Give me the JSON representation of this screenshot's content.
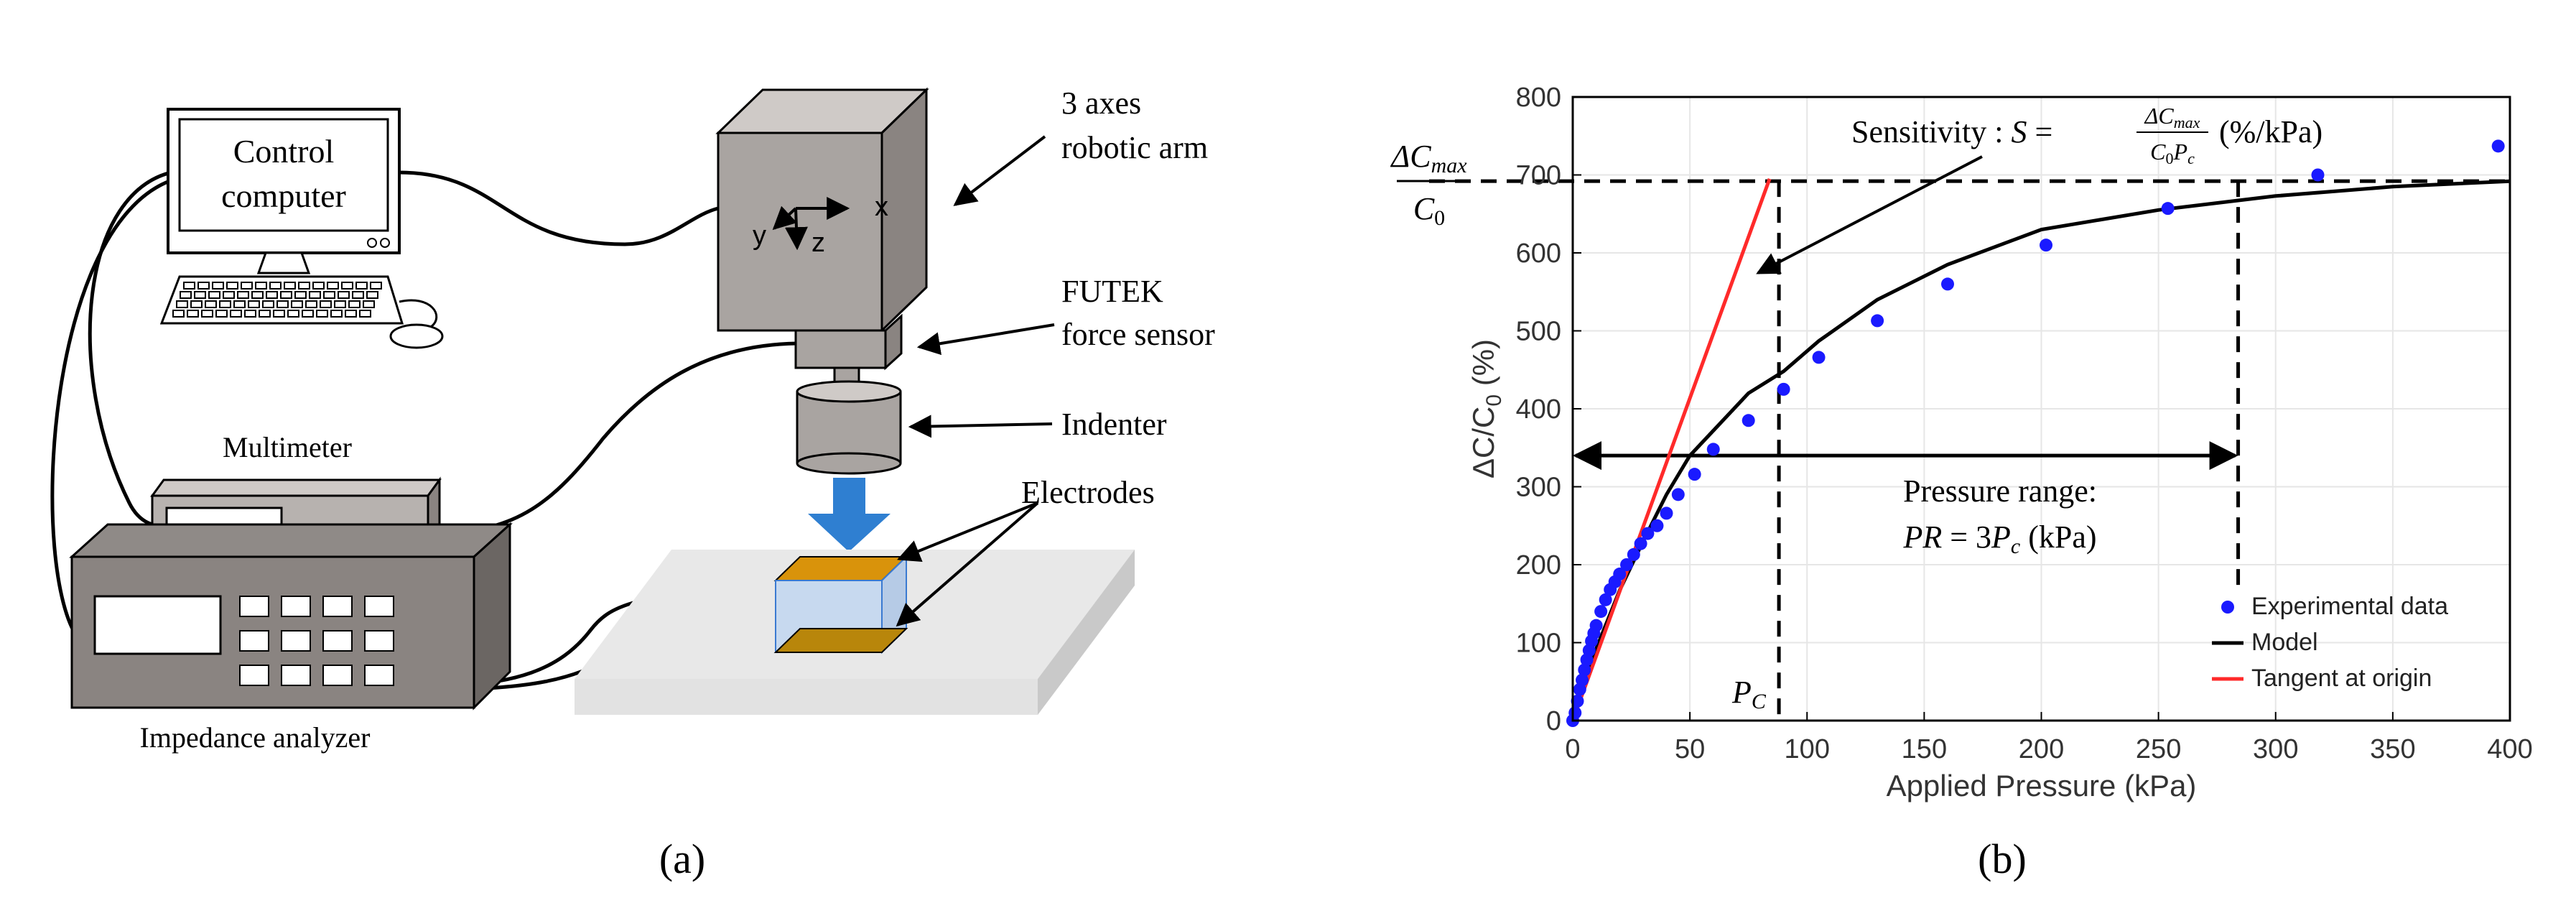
{
  "panel_a": {
    "caption": "(a)",
    "control_computer": [
      "Control",
      "computer"
    ],
    "robot_arm": [
      "3 axes",
      "robotic arm"
    ],
    "axes": {
      "x": "x",
      "y": "y",
      "z": "z"
    },
    "force_sensor": [
      "FUTEK",
      "force sensor"
    ],
    "indenter": "Indenter",
    "multimeter": "Multimeter",
    "electrodes": "Electrodes",
    "impedance_analyzer": "Impedance analyzer",
    "colors": {
      "box": "#a9a4a1",
      "box_top": "#cfcac7",
      "box_side": "#8a8481",
      "arrow": "#2f7fd1",
      "electrode": "#d9930b",
      "sample": "#c7d9ef",
      "platform": "#e8e8e8"
    }
  },
  "panel_b": {
    "caption": "(b)",
    "annotations": {
      "sensitivity_prefix": "Sensitivity : ",
      "sensitivity_S": "S",
      "sensitivity_eq": "=",
      "sensitivity_frac_num": "ΔC",
      "sensitivity_frac_num_sub": "max",
      "sensitivity_frac_den": "C",
      "sensitivity_frac_den_sub0": "0",
      "sensitivity_frac_den_P": "P",
      "sensitivity_frac_den_sub_c": "c",
      "sensitivity_unit": "(%/kPa)",
      "cmax_num": "ΔC",
      "cmax_num_sub": "max",
      "cmax_den": "C",
      "cmax_den_sub": "0",
      "pressure_range_line1": "Pressure range:",
      "pressure_range_PR": "PR",
      "pressure_range_eq": "= 3",
      "pressure_range_P": "P",
      "pressure_range_sub": "c",
      "pressure_range_unit": "(kPa)",
      "pc_label": "P",
      "pc_sub": "C"
    }
  },
  "chart_data": {
    "type": "scatter",
    "title": "",
    "xlabel": "Applied Pressure (kPa)",
    "ylabel": "ΔC/C",
    "ylabel_sub": "0",
    "ylabel_unit": "(%)",
    "xlim": [
      0,
      400
    ],
    "ylim": [
      0,
      800
    ],
    "xticks": [
      0,
      50,
      100,
      150,
      200,
      250,
      300,
      350,
      400
    ],
    "yticks": [
      0,
      100,
      200,
      300,
      400,
      500,
      600,
      700,
      800
    ],
    "grid": true,
    "legend_position": "bottom-right",
    "series": [
      {
        "name": "Experimental data",
        "kind": "scatter",
        "color": "#1a1aff",
        "points": [
          [
            0,
            0
          ],
          [
            1,
            10
          ],
          [
            2,
            25
          ],
          [
            3,
            40
          ],
          [
            4,
            52
          ],
          [
            5,
            65
          ],
          [
            6,
            78
          ],
          [
            7,
            90
          ],
          [
            8,
            102
          ],
          [
            9,
            112
          ],
          [
            10,
            122
          ],
          [
            12,
            140
          ],
          [
            14,
            155
          ],
          [
            16,
            168
          ],
          [
            18,
            178
          ],
          [
            20,
            188
          ],
          [
            23,
            200
          ],
          [
            26,
            213
          ],
          [
            29,
            227
          ],
          [
            32,
            240
          ],
          [
            36,
            250
          ],
          [
            40,
            266
          ],
          [
            45,
            290
          ],
          [
            52,
            316
          ],
          [
            60,
            348
          ],
          [
            75,
            385
          ],
          [
            90,
            425
          ],
          [
            105,
            466
          ],
          [
            130,
            513
          ],
          [
            160,
            560
          ],
          [
            202,
            610
          ],
          [
            254,
            657
          ],
          [
            318,
            700
          ],
          [
            395,
            737
          ]
        ]
      },
      {
        "name": "Model",
        "kind": "line",
        "color": "#000000",
        "points": [
          [
            0,
            0
          ],
          [
            5,
            45
          ],
          [
            10,
            92
          ],
          [
            20,
            167
          ],
          [
            30,
            230
          ],
          [
            40,
            290
          ],
          [
            50,
            340
          ],
          [
            60,
            372
          ],
          [
            75,
            420
          ],
          [
            90,
            448
          ],
          [
            105,
            487
          ],
          [
            130,
            540
          ],
          [
            160,
            585
          ],
          [
            200,
            630
          ],
          [
            250,
            655
          ],
          [
            300,
            673
          ],
          [
            350,
            685
          ],
          [
            400,
            692
          ]
        ]
      },
      {
        "name": "Tangent at origin",
        "kind": "line",
        "color": "#ff2a2a",
        "points": [
          [
            0,
            0
          ],
          [
            84,
            695
          ]
        ]
      }
    ],
    "reference_lines": {
      "hline_y": 692,
      "vline_pc_x": 88,
      "vline_pr_x": 284,
      "pressure_range_arrow": {
        "x0": 0,
        "x1": 284,
        "y": 340
      }
    }
  }
}
